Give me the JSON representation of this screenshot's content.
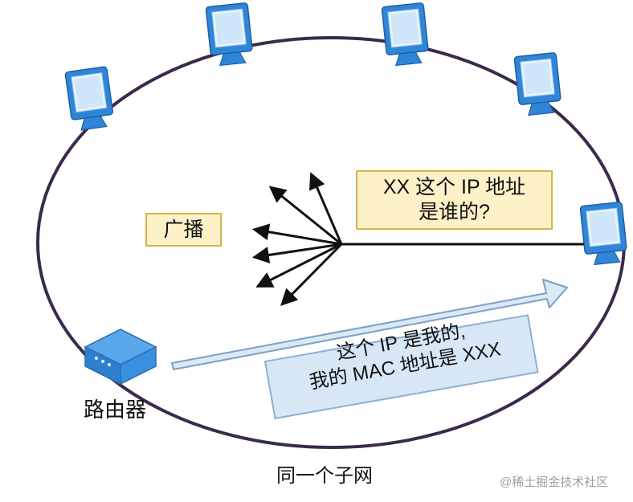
{
  "labels": {
    "broadcast": "广播",
    "question_line1": "XX 这个 IP 地址",
    "question_line2": "是谁的?",
    "reply_line1": "这个 IP 是我的,",
    "reply_line2": "我的 MAC 地址是 XXX",
    "router": "路由器",
    "subnet": "同一个子网",
    "watermark": "@稀土掘金技术社区"
  },
  "colors": {
    "ring": "#3b2a4b",
    "computer_blue": "#2f86d8",
    "computer_light": "#cfe6fb",
    "yellow_fill": "#fdf1c8",
    "yellow_border": "#d8b24c",
    "reply_fill": "#d7e7f6",
    "reply_border": "#8cb0d6"
  },
  "icons": {
    "computer": "computer-monitor-icon",
    "router": "router-icon"
  }
}
